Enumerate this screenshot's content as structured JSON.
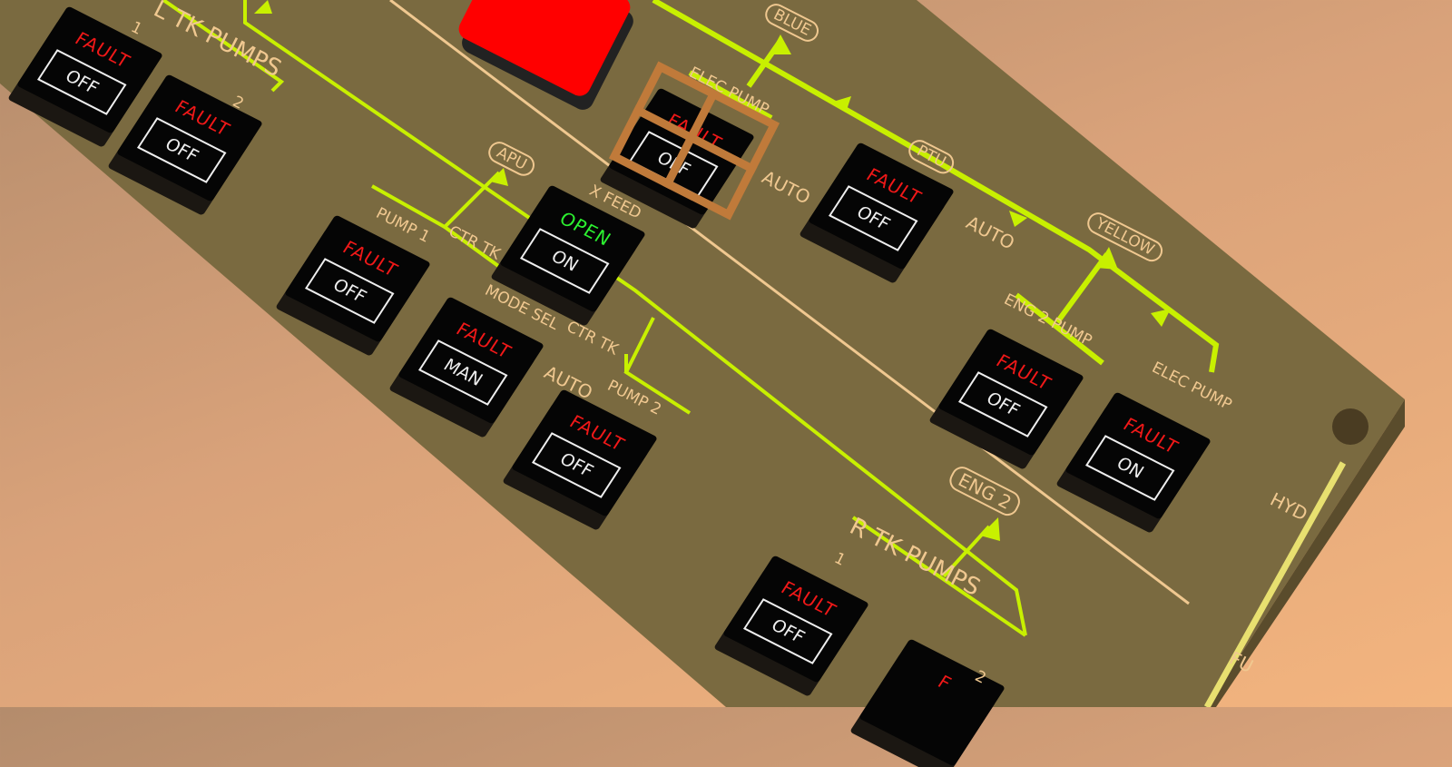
{
  "colors": {
    "panel": "#7a6a40",
    "line": "#c8f000",
    "fault": "#f01818",
    "open": "#2cf030",
    "label": "#f0c890"
  },
  "labels": {
    "l_tk_pumps": "L TK PUMPS",
    "r_tk_pumps": "R TK PUMPS",
    "n1": "1",
    "n2": "2",
    "rn1": "1",
    "rn2": "2",
    "apu": "APU",
    "pump1": "PUMP 1",
    "ctr_tk_1": "CTR TK",
    "xfeed": "X FEED",
    "mode_sel": "MODE SEL",
    "ctr_tk_2": "CTR TK",
    "pump2": "PUMP 2",
    "blue": "BLUE",
    "elec_pump_blue": "ELEC PUMP",
    "ptu": "PTU",
    "yellow": "YELLOW",
    "eng2_pump": "ENG 2 PUMP",
    "elec_pump_yellow": "ELEC PUMP",
    "eng2": "ENG 2",
    "auto1": "AUTO",
    "auto2": "AUTO",
    "auto3": "AUTO",
    "hyd": "HYD",
    "fuel": "FU"
  },
  "buttons": [
    {
      "name": "l-tk-pump-1",
      "top": "FAULT",
      "bottom": "OFF"
    },
    {
      "name": "l-tk-pump-2",
      "top": "FAULT",
      "bottom": "OFF"
    },
    {
      "name": "ctr-tk-pump-1",
      "top": "FAULT",
      "bottom": "OFF"
    },
    {
      "name": "x-feed",
      "top": "OPEN",
      "bottom": "ON"
    },
    {
      "name": "mode-sel",
      "top": "FAULT",
      "bottom": "MAN"
    },
    {
      "name": "ctr-tk-pump-2",
      "top": "FAULT",
      "bottom": "OFF"
    },
    {
      "name": "blue-elec-pump",
      "top": "FAULT",
      "bottom": "OFF"
    },
    {
      "name": "ptu",
      "top": "FAULT",
      "bottom": "OFF"
    },
    {
      "name": "eng2-pump",
      "top": "FAULT",
      "bottom": "OFF"
    },
    {
      "name": "yellow-elec-pump",
      "top": "FAULT",
      "bottom": "ON"
    },
    {
      "name": "r-tk-pump-1",
      "top": "FAULT",
      "bottom": "OFF"
    },
    {
      "name": "r-tk-pump-2",
      "top": "F",
      "bottom": ""
    }
  ]
}
